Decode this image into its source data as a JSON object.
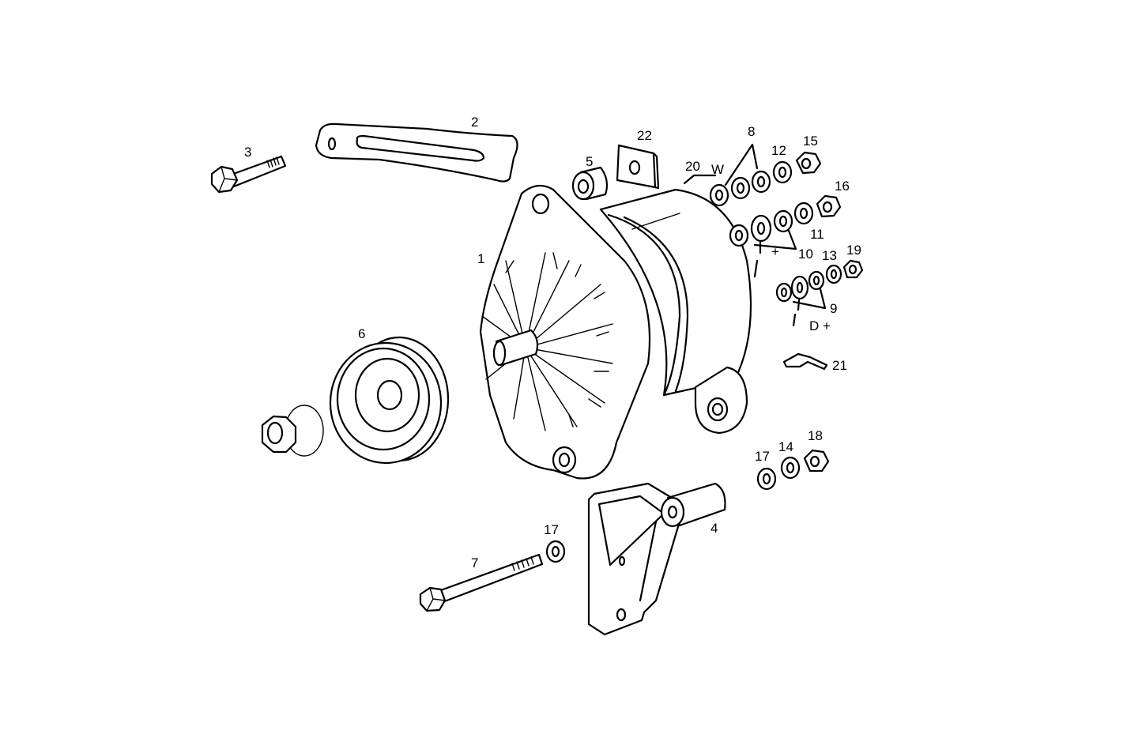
{
  "diagram": {
    "type": "exploded-parts-diagram",
    "subject": "Alternator assembly",
    "labels": {
      "p1": "1",
      "p2": "2",
      "p3": "3",
      "p4": "4",
      "p5": "5",
      "p6": "6",
      "p7": "7",
      "p8": "8",
      "p9": "9",
      "p10": "10",
      "p11": "11",
      "p12": "12",
      "p13": "13",
      "p14": "14",
      "p15": "15",
      "p16": "16",
      "p17a": "17",
      "p17b": "17",
      "p18": "18",
      "p19": "19",
      "p20": "20",
      "p21": "21",
      "p22": "22"
    },
    "terminal_marks": {
      "w": "W",
      "plus": "+",
      "d_plus": "D +"
    },
    "parts": [
      {
        "id": "1",
        "name": "alternator"
      },
      {
        "id": "2",
        "name": "adjusting-strap"
      },
      {
        "id": "3",
        "name": "hex-bolt"
      },
      {
        "id": "4",
        "name": "mounting-bracket"
      },
      {
        "id": "5",
        "name": "spacer-bushing"
      },
      {
        "id": "6",
        "name": "pulley"
      },
      {
        "id": "7",
        "name": "long-bolt"
      },
      {
        "id": "8",
        "name": "washers-w-terminal"
      },
      {
        "id": "9",
        "name": "washers-d-plus-terminal"
      },
      {
        "id": "10",
        "name": "washers-plus-terminal"
      },
      {
        "id": "11",
        "name": "washer"
      },
      {
        "id": "12",
        "name": "washer"
      },
      {
        "id": "13",
        "name": "washer"
      },
      {
        "id": "14",
        "name": "washer"
      },
      {
        "id": "15",
        "name": "nut"
      },
      {
        "id": "16",
        "name": "nut"
      },
      {
        "id": "17",
        "name": "washer"
      },
      {
        "id": "18",
        "name": "nut"
      },
      {
        "id": "19",
        "name": "nut"
      },
      {
        "id": "20",
        "name": "cable-lug"
      },
      {
        "id": "21",
        "name": "clip"
      },
      {
        "id": "22",
        "name": "square-plate"
      }
    ]
  }
}
